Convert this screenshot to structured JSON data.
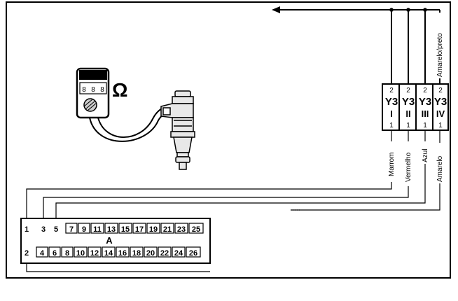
{
  "multimeter": {
    "label": "MULTI",
    "display": [
      "8",
      "8",
      "8"
    ],
    "unit_symbol": "Ω"
  },
  "coils": [
    {
      "id": "Y3-I",
      "name": "Y3",
      "roman": "I",
      "pin_top": "2",
      "pin_bottom": "1",
      "wire_top": "",
      "wire_bottom": "Marrom"
    },
    {
      "id": "Y3-II",
      "name": "Y3",
      "roman": "II",
      "pin_top": "2",
      "pin_bottom": "1",
      "wire_top": "",
      "wire_bottom": "Vermelho"
    },
    {
      "id": "Y3-III",
      "name": "Y3",
      "roman": "III",
      "pin_top": "2",
      "pin_bottom": "1",
      "wire_top": "",
      "wire_bottom": "Azul"
    },
    {
      "id": "Y3-IV",
      "name": "Y3",
      "roman": "IV",
      "pin_top": "2",
      "pin_bottom": "1",
      "wire_top": "Amarelo/preto",
      "wire_bottom": "Amarelo"
    }
  ],
  "connector": {
    "label": "A",
    "top_row_plain": [
      "1",
      "3",
      "5"
    ],
    "top_row_boxed": [
      "7",
      "9",
      "11",
      "13",
      "15",
      "17",
      "19",
      "21",
      "23",
      "25"
    ],
    "bottom_row_plain": [
      "2"
    ],
    "bottom_row_boxed": [
      "4",
      "6",
      "8",
      "10",
      "12",
      "14",
      "16",
      "18",
      "20",
      "22",
      "24",
      "26"
    ]
  }
}
